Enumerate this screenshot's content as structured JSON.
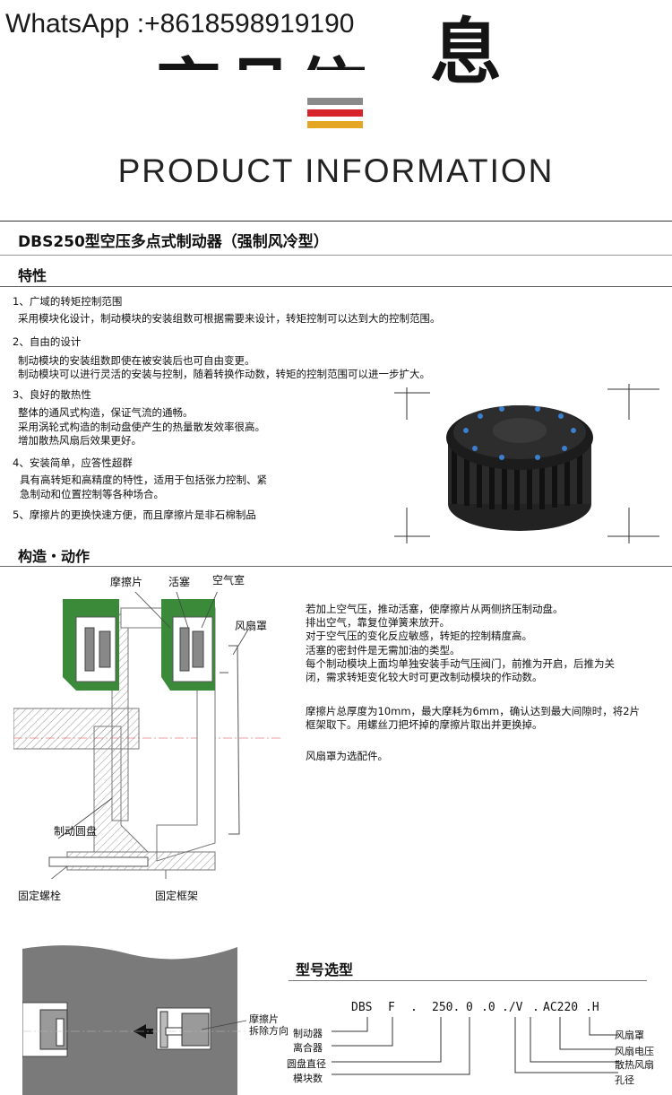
{
  "header": {
    "watermark": "WhatsApp :+8618598919190",
    "heading_char": "息",
    "heading_partial": "产品信",
    "subtitle": "PRODUCT INFORMATION",
    "flag_colors": [
      "#8a8a8a",
      "#d6242a",
      "#e6a625"
    ]
  },
  "product": {
    "title": "DBS250型空压多点式制动器（强制风冷型）"
  },
  "features": {
    "section_label": "特性",
    "items": [
      {
        "heading": "1、广域的转矩控制范围",
        "lines": [
          "采用模块化设计，制动模块的安装组数可根据需要来设计，转矩控制可以达到大的控制范围。"
        ]
      },
      {
        "heading": "2、自由的设计",
        "lines": [
          "制动模块的安装组数即使在被安装后也可自由变更。",
          "制动模块可以进行灵活的安装与控制，随着转换作动数，转矩的控制范围可以进一步扩大。"
        ]
      },
      {
        "heading": "3、良好的散热性",
        "lines": [
          "整体的通风式构造，保证气流的通畅。",
          "采用涡轮式构造的制动盘使产生的热量散发效率很高。",
          "增加散热风扇后效果更好。"
        ]
      },
      {
        "heading": "4、安装简单，应答性超群",
        "lines": [
          "具有高转矩和高精度的特性，适用于包括张力控制、紧",
          "急制动和位置控制等各种场合。"
        ]
      },
      {
        "heading": "5、摩擦片的更换快速方便，而且摩擦片是非石棉制品",
        "lines": []
      }
    ]
  },
  "structure": {
    "section_label": "构造・动作",
    "diagram_labels": {
      "friction_plate": "摩擦片",
      "piston": "活塞",
      "air_chamber": "空气室",
      "fan_cover": "风扇罩",
      "brake_disc": "制动圆盘",
      "fixing_bolt": "固定螺栓",
      "fixing_frame": "固定框架"
    },
    "paragraphs": [
      [
        "若加上空气压，推动活塞，使摩擦片从两侧挤压制动盘。",
        "排出空气，靠复位弹簧来放开。",
        "对于空气压的变化反应敏感，转矩的控制精度高。",
        "活塞的密封件是无需加油的类型。",
        "每个制动模块上面均单独安装手动气压阀门，前推为开启，后推为关",
        "闭，需求转矩变化较大时可更改制动模块的作动数。"
      ],
      [
        "摩擦片总厚度为10mm，最大摩耗为6mm，确认达到最大间隙时，将2片",
        "框架取下。用螺丝刀把坏掉的摩擦片取出并更换掉。"
      ],
      [
        "风扇罩为选配件。"
      ]
    ]
  },
  "removal": {
    "label_line1": "摩擦片",
    "label_line2": "拆除方向"
  },
  "model": {
    "section_label": "型号选型",
    "code_parts": [
      "DBS",
      "F",
      ".",
      "250.",
      "0",
      ".0",
      "./V",
      ".",
      "AC220",
      ".H"
    ],
    "left_labels": [
      "制动器",
      "离合器",
      "圆盘直径",
      "模块数"
    ],
    "right_labels": [
      "风扇罩",
      "风扇电压",
      "散热风扇",
      "孔径"
    ]
  }
}
